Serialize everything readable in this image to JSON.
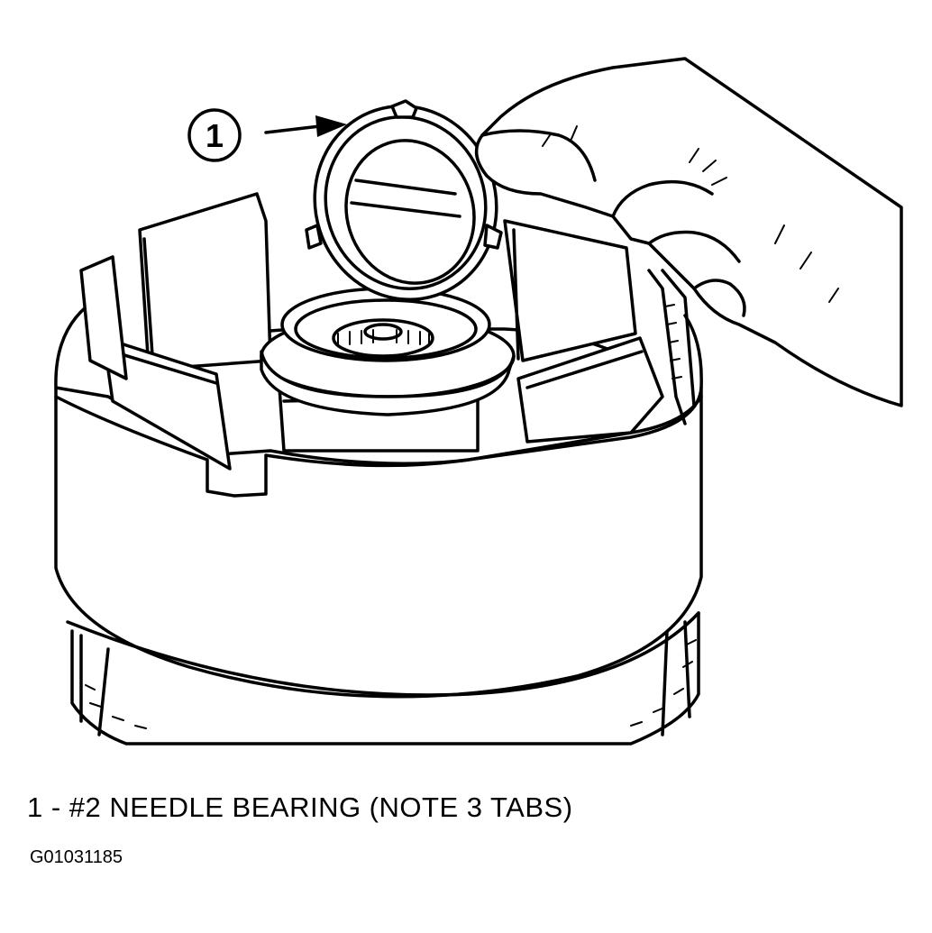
{
  "diagram": {
    "callout_number": "1",
    "caption": "1 - #2 NEEDLE BEARING (NOTE 3 TABS)",
    "figure_id": "G01031185"
  }
}
